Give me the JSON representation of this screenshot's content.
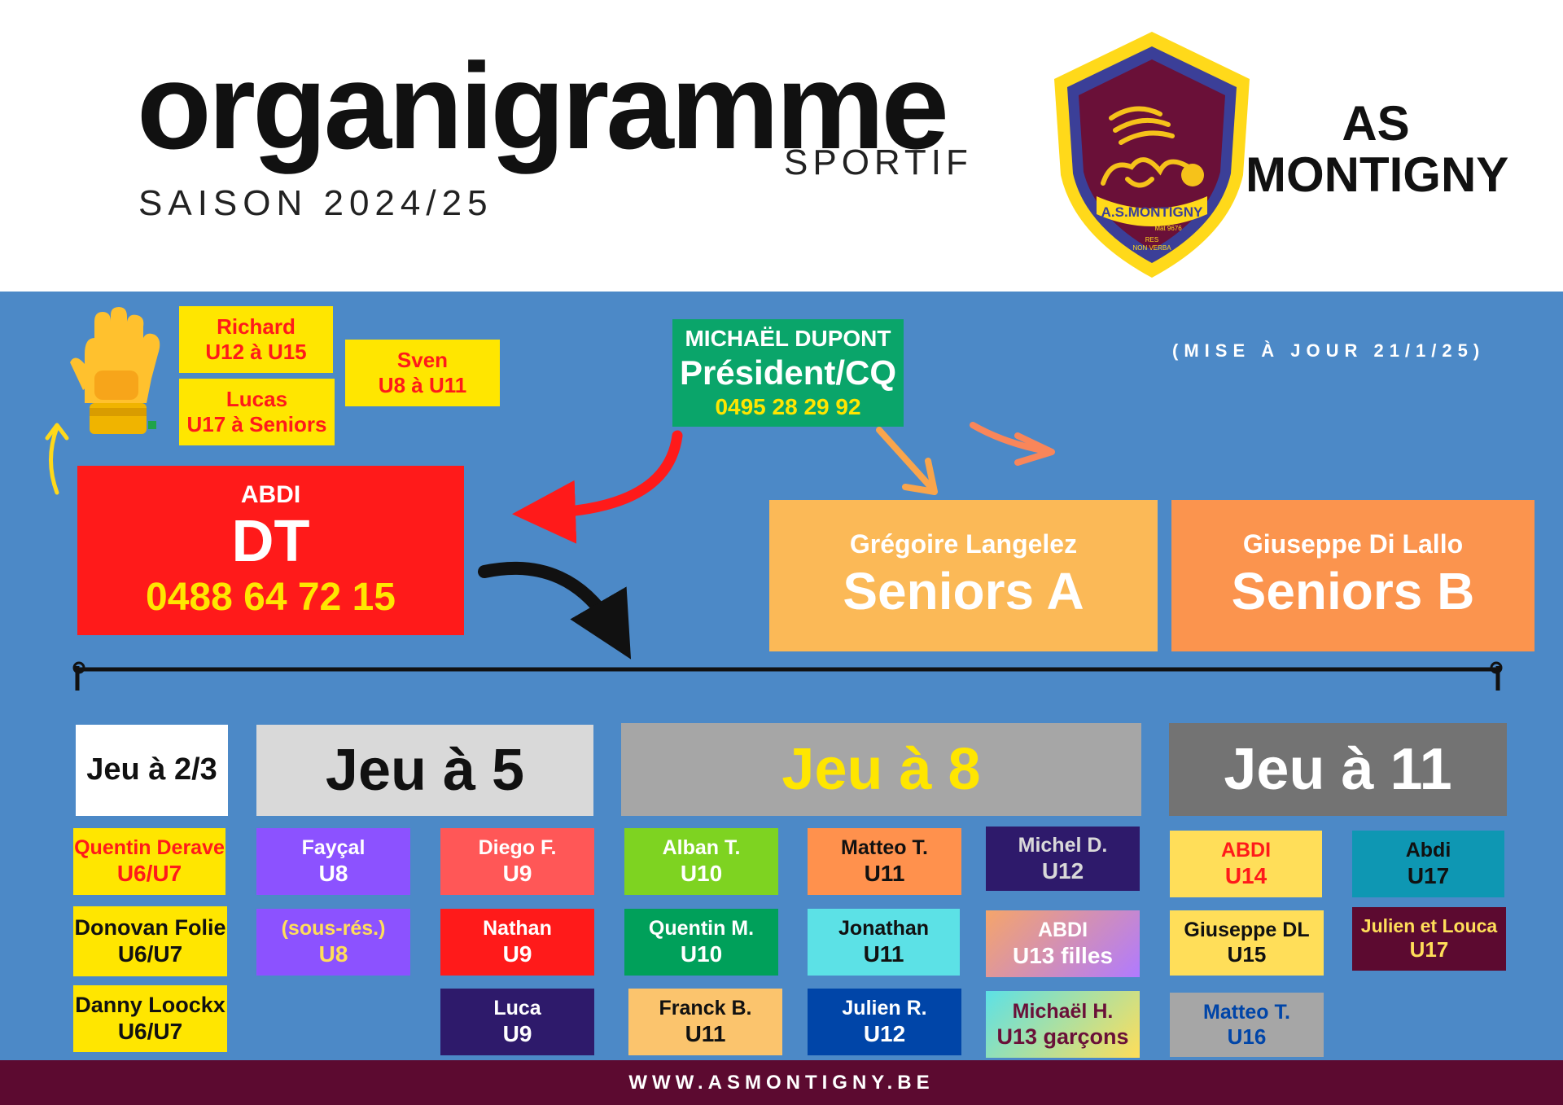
{
  "header": {
    "title": "organigramme",
    "subtitle": "SPORTIF",
    "season": "SAISON 2024/25",
    "club_line1": "AS",
    "club_line2": "MONTIGNY",
    "crest_text": "A.S.MONTIGNY",
    "crest_motto_1": "RES",
    "crest_motto_2": "NON VERBA",
    "crest_matricule": "Mat 9676"
  },
  "update_note": "(MISE À JOUR 21/1/25)",
  "goalkeepers": [
    {
      "name": "Richard",
      "range": "U12 à U15"
    },
    {
      "name": "Lucas",
      "range": "U17 à Seniors"
    },
    {
      "name": "Sven",
      "range": "U8 à U11"
    }
  ],
  "president": {
    "name": "MICHAËL DUPONT",
    "role": "Président/CQ",
    "phone": "0495 28 29 92"
  },
  "dt": {
    "name": "ABDI",
    "role": "DT",
    "phone": "0488 64 72 15"
  },
  "seniors": [
    {
      "name": "Grégoire Langelez",
      "team": "Seniors A"
    },
    {
      "name": "Giuseppe Di Lallo",
      "team": "Seniors B"
    }
  ],
  "categories": [
    "Jeu à 2/3",
    "Jeu à 5",
    "Jeu à 8",
    "Jeu à 11"
  ],
  "teams": {
    "jeu23": [
      {
        "name": "Quentin Derave",
        "cat": "U6/U7"
      },
      {
        "name": "Donovan Folie",
        "cat": "U6/U7"
      },
      {
        "name": "Danny Loockx",
        "cat": "U6/U7"
      }
    ],
    "jeu5": [
      {
        "name": "Fayçal",
        "cat": "U8"
      },
      {
        "name": "(sous-rés.)",
        "cat": "U8"
      },
      {
        "name": "Diego F.",
        "cat": "U9"
      },
      {
        "name": "Nathan",
        "cat": "U9"
      },
      {
        "name": "Luca",
        "cat": "U9"
      }
    ],
    "jeu8": [
      {
        "name": "Alban T.",
        "cat": "U10"
      },
      {
        "name": "Quentin M.",
        "cat": "U10"
      },
      {
        "name": "Franck B.",
        "cat": "U11"
      },
      {
        "name": "Matteo T.",
        "cat": "U11"
      },
      {
        "name": "Jonathan",
        "cat": "U11"
      },
      {
        "name": "Julien R.",
        "cat": "U12"
      },
      {
        "name": "Michel D.",
        "cat": "U12"
      },
      {
        "name": "ABDI",
        "cat": "U13 filles"
      },
      {
        "name": "Michaël H.",
        "cat": "U13 garçons"
      }
    ],
    "jeu11": [
      {
        "name": "ABDI",
        "cat": "U14"
      },
      {
        "name": "Giuseppe DL",
        "cat": "U15"
      },
      {
        "name": "Matteo T.",
        "cat": "U16"
      },
      {
        "name": "Abdi",
        "cat": "U17"
      },
      {
        "name": "Julien et Louca",
        "cat": "U17"
      }
    ]
  },
  "footer": "WWW.ASMONTIGNY.BE",
  "colors": {
    "panel": "#4c89c7",
    "footer": "#5c0a30",
    "dt": "#ff1a1a",
    "president": "#0aa56a",
    "seniors_a": "#fbb957",
    "seniors_b": "#fb944e",
    "yellow": "#ffe600"
  }
}
